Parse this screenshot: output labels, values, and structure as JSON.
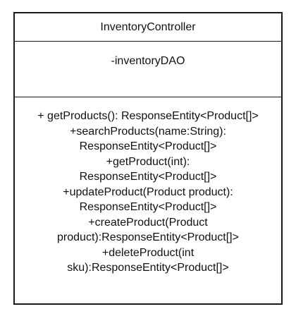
{
  "uml_class": {
    "name": "InventoryController",
    "attributes": [
      "-inventoryDAO"
    ],
    "operation_lines": [
      "+ getProducts(): ResponseEntity<Product[]>",
      "+searchProducts(name:String):",
      "ResponseEntity<Product[]>",
      "+getProduct(int):",
      "ResponseEntity<Product[]>",
      "+updateProduct(Product product):",
      "ResponseEntity<Product[]>",
      "+createProduct(Product",
      "product):ResponseEntity<Product[]>",
      "+deleteProduct(int",
      "sku):ResponseEntity<Product[]>"
    ]
  }
}
